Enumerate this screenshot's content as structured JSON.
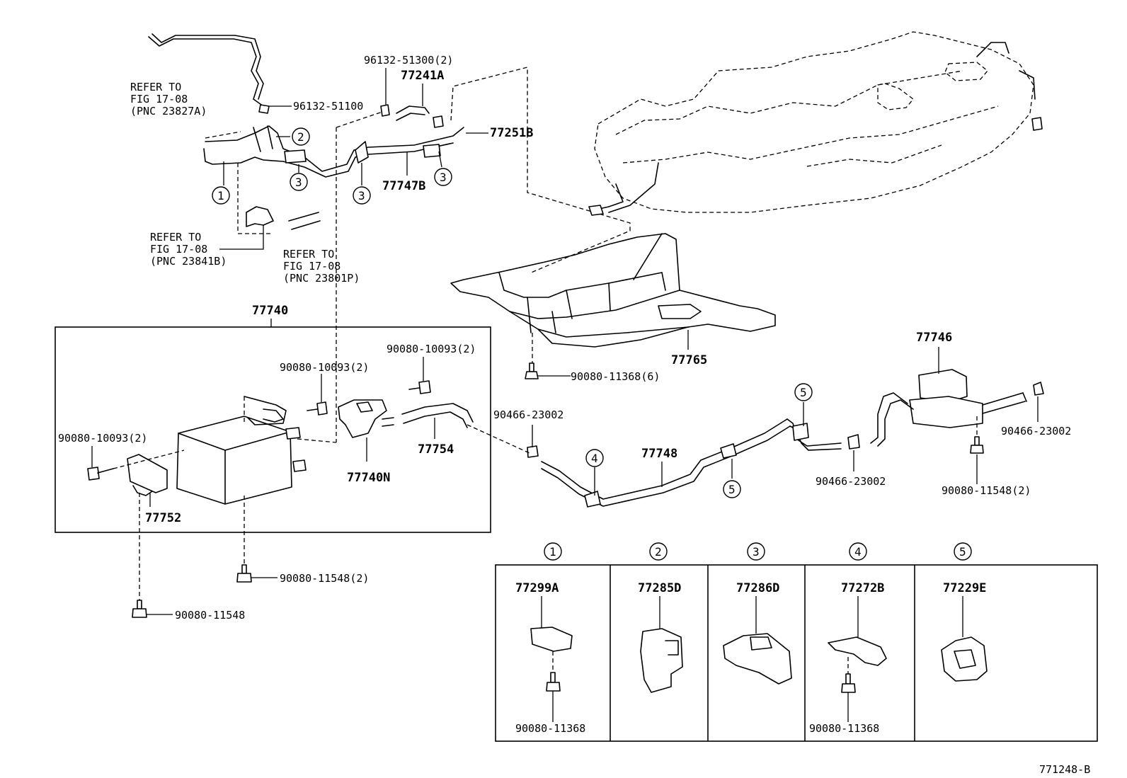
{
  "refs": {
    "r1": [
      "REFER TO",
      "FIG 17-08",
      "(PNC 23827A)"
    ],
    "r2": [
      "REFER TO",
      "FIG 17-08",
      "(PNC 23841B)"
    ],
    "r3": [
      "REFER TO",
      "FIG 17-08",
      "(PNC 23801P)"
    ]
  },
  "parts": {
    "p96132_51100": "96132-51100",
    "p96132_51300": "96132-51300(2)",
    "p77241A": "77241A",
    "p77251B": "77251B",
    "p77747B": "77747B",
    "p77740": "77740",
    "p77765": "77765",
    "p90080_11368_6": "90080-11368(6)",
    "p77746": "77746",
    "p90080_10093_a": "90080-10093(2)",
    "p90080_10093_b": "90080-10093(2)",
    "p90080_10093_c": "90080-10093(2)",
    "p90466_23002_a": "90466-23002",
    "p90466_23002_b": "90466-23002",
    "p90466_23002_c": "90466-23002",
    "p77754": "77754",
    "p77740N": "77740N",
    "p77748": "77748",
    "p77752": "77752",
    "p90080_11548_2a": "90080-11548(2)",
    "p90080_11548_2b": "90080-11548(2)",
    "p90080_11548": "90080-11548"
  },
  "callouts": {
    "c1": "1",
    "c2": "2",
    "c3": "3",
    "c4": "4",
    "c5": "5"
  },
  "legend": {
    "columns": [
      {
        "num": "1",
        "part": "77299A",
        "bolt": "90080-11368"
      },
      {
        "num": "2",
        "part": "77285D",
        "bolt": ""
      },
      {
        "num": "3",
        "part": "77286D",
        "bolt": ""
      },
      {
        "num": "4",
        "part": "77272B",
        "bolt": "90080-11368"
      },
      {
        "num": "5",
        "part": "77229E",
        "bolt": ""
      }
    ]
  },
  "diagram_id": "771248-B"
}
